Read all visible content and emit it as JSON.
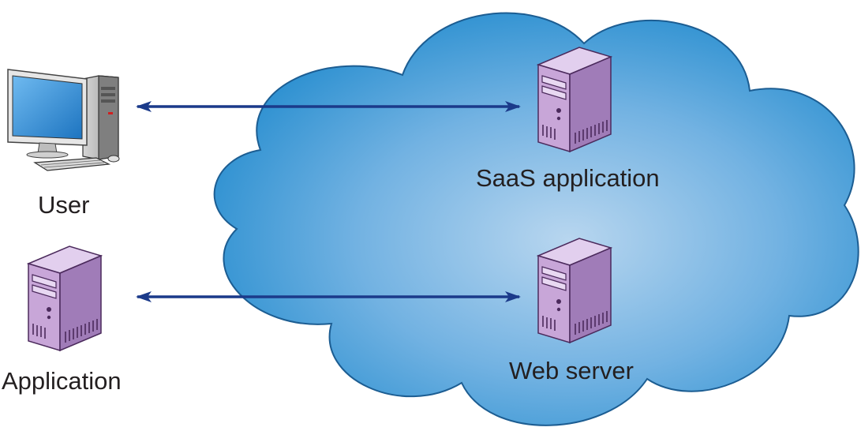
{
  "nodes": {
    "user": {
      "label": "User",
      "icon": "desktop-computer-icon"
    },
    "application": {
      "label": "Application",
      "icon": "server-icon"
    },
    "saas": {
      "label": "SaaS application",
      "icon": "server-icon"
    },
    "web": {
      "label": "Web server",
      "icon": "server-icon"
    }
  },
  "edges": [
    {
      "from": "User",
      "to": "SaaS application",
      "direction": "bidirectional"
    },
    {
      "from": "Application",
      "to": "Web server",
      "direction": "bidirectional"
    }
  ],
  "colors": {
    "cloud_center": "#b8d6ef",
    "cloud_edge": "#2a8fd0",
    "cloud_stroke": "#1c5d92",
    "arrow": "#1b3a8a",
    "server_front": "#c8a6d8",
    "server_side": "#a07cb8",
    "server_top": "#e2cfee",
    "monitor_screen": "#2e8ed8",
    "text": "#231f20"
  }
}
